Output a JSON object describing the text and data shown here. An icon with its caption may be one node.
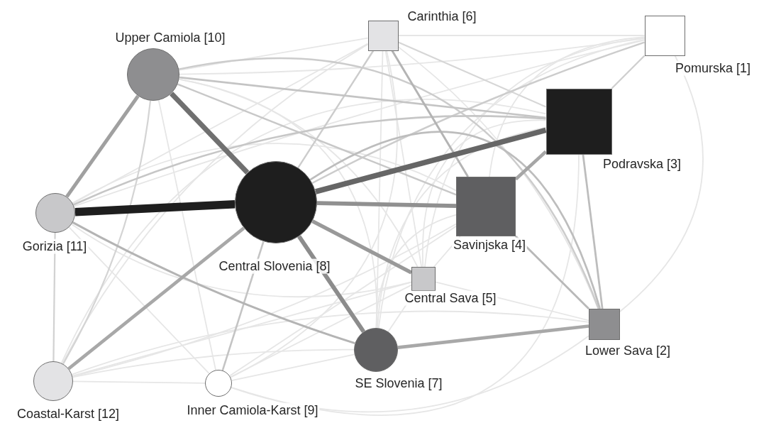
{
  "diagram": {
    "nodes": [
      {
        "text": [
          "Carinthia [6]"
        ]
      },
      {
        "text": [
          "Pomurska [1]"
        ]
      },
      {
        "text": [
          "Upper Camiola [10]"
        ]
      },
      {
        "text": [
          "Podravska [3]"
        ]
      },
      {
        "text": [
          "Gorizia [11]"
        ]
      },
      {
        "text": [
          "Central Slovenia [8]"
        ]
      },
      {
        "text": [
          "Savinjska [4]"
        ]
      },
      {
        "text": [
          "Central Sava [5]"
        ]
      },
      {
        "text": [
          "Lower Sava [2]"
        ]
      },
      {
        "text": [
          "SE Slovenia [7]"
        ]
      },
      {
        "text": [
          "Coastal-Karst [12]"
        ]
      },
      {
        "text": [
          "Inner Camiola-Karst [9]"
        ]
      }
    ],
    "edges": [
      {
        "from": 0,
        "to": 1,
        "arrow": "none"
      },
      {
        "from": 0,
        "to": 2,
        "arrow": "none"
      },
      {
        "from": 0,
        "to": 3,
        "arrow": "none",
        "color": "#d6d6d6"
      },
      {
        "from": 0,
        "to": 4,
        "arrow": "none"
      },
      {
        "from": 0,
        "to": 5,
        "arrow": "none",
        "color": "#cccccc"
      },
      {
        "from": 0,
        "to": 6,
        "arrow": "none",
        "color": "#b4b4b4"
      },
      {
        "from": 0,
        "to": 7,
        "arrow": "none"
      },
      {
        "from": 0,
        "to": 8,
        "arrow": "none"
      },
      {
        "from": 0,
        "to": 9,
        "arrow": "none"
      },
      {
        "from": 0,
        "to": 10,
        "arrow": "none"
      },
      {
        "from": 0,
        "to": 11,
        "arrow": "none"
      },
      {
        "from": 1,
        "to": 2,
        "arrow": "none"
      },
      {
        "from": 1,
        "to": 3,
        "arrow": "none",
        "color": "#cfcfcf"
      },
      {
        "from": 1,
        "to": 4,
        "arrow": "none"
      },
      {
        "from": 1,
        "to": 5,
        "arrow": "none",
        "color": "#cccccc"
      },
      {
        "from": 1,
        "to": 6,
        "arrow": "none"
      },
      {
        "from": 1,
        "to": 7,
        "arrow": "none"
      },
      {
        "from": 1,
        "to": 8,
        "arrow": "none"
      },
      {
        "from": 1,
        "to": 9,
        "arrow": "none"
      },
      {
        "from": 2,
        "to": 3,
        "arrow": "none",
        "color": "#c4c4c4"
      },
      {
        "from": 2,
        "to": 4,
        "arrow": "none",
        "style": "thick",
        "color": "#a0a0a0"
      },
      {
        "from": 2,
        "to": 5,
        "arrow": "none",
        "style": "thick",
        "color": "#707070"
      },
      {
        "from": 2,
        "to": 6,
        "arrow": "none",
        "color": "#c8c8c8"
      },
      {
        "from": 2,
        "to": 7,
        "arrow": "none"
      },
      {
        "from": 2,
        "to": 8,
        "arrow": "none",
        "color": "#cccccc"
      },
      {
        "from": 2,
        "to": 9,
        "arrow": "none"
      },
      {
        "from": 2,
        "to": 10,
        "arrow": "none",
        "color": "#d4d4d4"
      },
      {
        "from": 2,
        "to": 11,
        "arrow": "none"
      },
      {
        "from": 3,
        "to": 4,
        "arrow": "none",
        "color": "#c6c6c6"
      },
      {
        "from": 3,
        "to": 5,
        "arrow": "none",
        "style": "thick",
        "color": "#666666"
      },
      {
        "from": 3,
        "to": 6,
        "arrow": "none",
        "style": "thick",
        "color": "#a6a6a6"
      },
      {
        "from": 3,
        "to": 7,
        "arrow": "none"
      },
      {
        "from": 3,
        "to": 8,
        "arrow": "none",
        "color": "#bdbdbd"
      },
      {
        "from": 3,
        "to": 9,
        "arrow": "none"
      },
      {
        "from": 3,
        "to": 10,
        "arrow": "none"
      },
      {
        "from": 3,
        "to": 11,
        "arrow": "none"
      },
      {
        "from": 4,
        "to": 5,
        "arrow": "none",
        "style": "thick",
        "color": "#1e1e1e"
      },
      {
        "from": 4,
        "to": 6,
        "arrow": "none"
      },
      {
        "from": 4,
        "to": 7,
        "arrow": "none"
      },
      {
        "from": 4,
        "to": 9,
        "arrow": "none",
        "color": "#b4b4b4"
      },
      {
        "from": 4,
        "to": 10,
        "arrow": "none",
        "color": "#d2d2d2"
      },
      {
        "from": 4,
        "to": 11,
        "arrow": "none"
      },
      {
        "from": 5,
        "to": 6,
        "arrow": "none",
        "style": "thick",
        "color": "#909090"
      },
      {
        "from": 5,
        "to": 7,
        "arrow": "none",
        "style": "thick",
        "color": "#999999"
      },
      {
        "from": 5,
        "to": 8,
        "arrow": "none",
        "color": "#bdbdbd"
      },
      {
        "from": 5,
        "to": 9,
        "arrow": "none",
        "style": "thick",
        "color": "#8c8c8c"
      },
      {
        "from": 5,
        "to": 10,
        "arrow": "none",
        "style": "thick",
        "color": "#a8a8a8"
      },
      {
        "from": 5,
        "to": 11,
        "arrow": "none",
        "color": "#c4c4c4"
      },
      {
        "from": 6,
        "to": 7,
        "arrow": "none"
      },
      {
        "from": 6,
        "to": 8,
        "arrow": "none",
        "color": "#b8b8b8"
      },
      {
        "from": 6,
        "to": 9,
        "arrow": "none"
      },
      {
        "from": 6,
        "to": 10,
        "arrow": "none"
      },
      {
        "from": 6,
        "to": 11,
        "arrow": "none"
      },
      {
        "from": 7,
        "to": 8,
        "arrow": "none"
      },
      {
        "from": 7,
        "to": 9,
        "arrow": "none"
      },
      {
        "from": 7,
        "to": 10,
        "arrow": "none"
      },
      {
        "from": 7,
        "to": 11,
        "arrow": "none"
      },
      {
        "from": 8,
        "to": 9,
        "arrow": "none",
        "style": "thick",
        "color": "#a8a8a8"
      },
      {
        "from": 8,
        "to": 10,
        "arrow": "none"
      },
      {
        "from": 8,
        "to": 11,
        "arrow": "none"
      },
      {
        "from": 9,
        "to": 10,
        "arrow": "none"
      },
      {
        "from": 9,
        "to": 11,
        "arrow": "none"
      },
      {
        "from": 10,
        "to": 11,
        "arrow": "none"
      }
    ]
  }
}
